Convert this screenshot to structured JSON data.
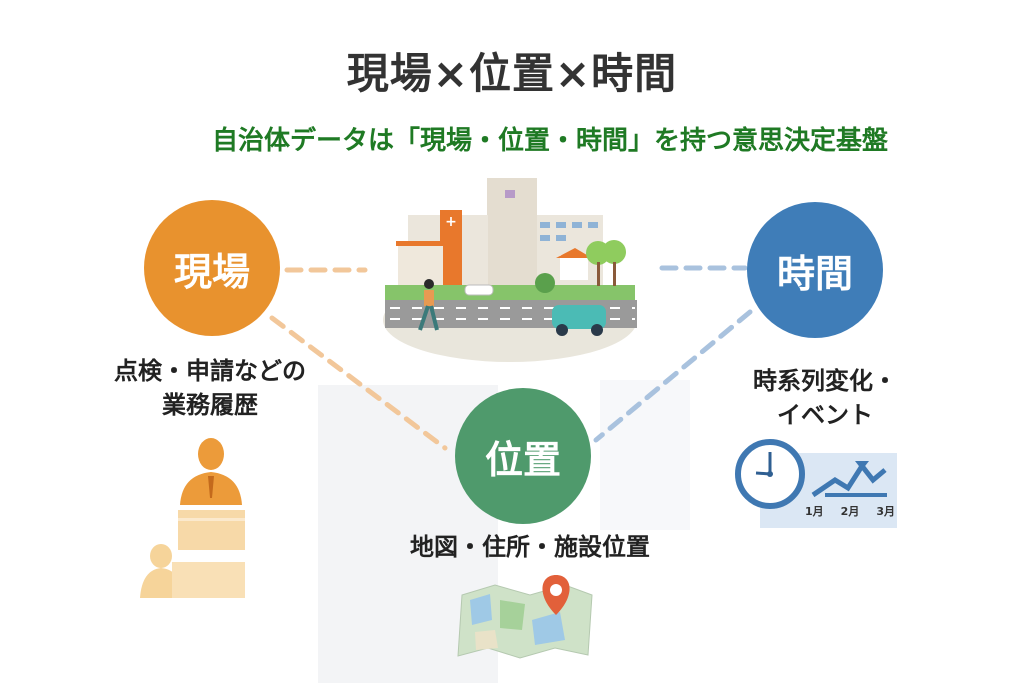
{
  "title": "現場×位置×時間",
  "subtitle": "自治体データは「現場・位置・時間」を持つ意思決定基盤",
  "nodes": [
    {
      "label": "現場",
      "color": "#e8922e",
      "desc": [
        "点検・申請などの",
        "業務履歴"
      ]
    },
    {
      "label": "位置",
      "color": "#4f9a6c",
      "desc": [
        "地図・住所・施設位置"
      ]
    },
    {
      "label": "時間",
      "color": "#3f7db8",
      "desc": [
        "時系列変化・",
        "イベント"
      ]
    }
  ],
  "chart_icon": {
    "months": [
      "1月",
      "2月",
      "3月"
    ]
  },
  "icons": [
    "town-illustration",
    "business-person-icon",
    "clock-icon",
    "trend-chart-icon",
    "map-pin-icon"
  ]
}
